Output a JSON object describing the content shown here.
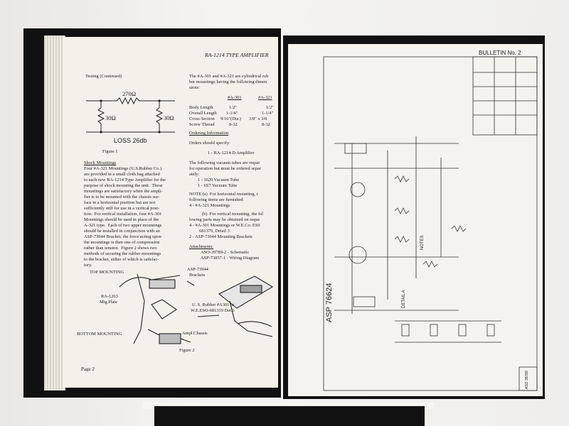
{
  "left_page": {
    "header": "RA-1214 TYPE AMPLIFIER",
    "testing_heading": "Testing (Continued)",
    "figure1": {
      "r_top": "270Ω",
      "r_left": "30Ω",
      "r_right": "30Ω",
      "loss": "LOSS 26db",
      "caption": "Figure 1"
    },
    "shock_heading": "Shock Mountings",
    "shock_lines": [
      "Four #A-321 Mountings (U.S.Rubber Co.)",
      "are provided in a small cloth bag attached",
      "to each new RA-1214 Type Amplifier for the",
      "purpose of shock mounting the unit.  These",
      "mountings are satisfactory when the ampli-",
      "fier is to be mounted with the chassis sur-",
      "face in a horizontal position but are not",
      "sufficiently stiff for use in a vertical posi-",
      "tion.  For vertical installation, four #A-301",
      "Mountings should be used in place of the",
      "A-321 type.  Each of two upper mountings",
      "should be installed in conjunction with an",
      "ASP-73944 Bracket; the force acting upon",
      "the mountings is then one of compression",
      "rather than tension.  Figure 2 shows two",
      "methods of securing the rubber mountings",
      "to the bracket, either of which is satisfac-",
      "tory."
    ],
    "right_col_lines": [
      "The #A-301 and #A-321 are cylindrical rub",
      "ber mountings having the following dimen",
      "sions:"
    ],
    "dim_table": {
      "headers": [
        "#A-301",
        "#A-321"
      ],
      "rows": [
        {
          "label": "Body Length",
          "a": "1/2\"",
          "b": "1/2\""
        },
        {
          "label": "Overall Length",
          "a": "1-1/4\"",
          "b": "1-1/4\""
        },
        {
          "label": "Cross-Section",
          "a": "9/16\"(Dia.)",
          "b": "3/8\" x 3/8"
        },
        {
          "label": "Screw Thread",
          "a": "8-32",
          "b": "8-32"
        }
      ]
    },
    "ordering_heading": "Ordering Information",
    "ordering_lines": [
      "Orders should specify:",
      "1 - RA-1214-D Amplifier",
      "The following vacuum tubes are requir",
      "for operation but must be ordered separ",
      "ately:",
      "1 - 1620 Vacuum Tube",
      "1 - 6S7 Vacuum Tube",
      "NOTE (a)  For horizontal mounting, t",
      "following items are furnished:",
      "4 - #A-321 Mountings",
      "(b)  For vertical mounting, the fol",
      "lowing parts may be obtained on reque",
      "4 - #A-301 Mountings or W.E.Co. ES0",
      "681379, Detail 3",
      "2 - ASP-73944 Mounting Brackets"
    ],
    "attachments_heading": "Attachments:",
    "attachments": [
      "ASO-39789-2 - Schematic",
      "ASP-73857-1 - Wiring Diagram"
    ],
    "figure2": {
      "top_mounting": "TOP MOUNTING",
      "bottom_mounting": "BOTTOM MOUNTING",
      "plate_1": "RA-1263",
      "plate_2": "Mtg.Plate",
      "bracket_1": "ASP-73944",
      "bracket_2": "Brackets",
      "rubber_1": "U. S. Rubber #A301 or",
      "rubber_2": "W.E.ESO-681319 Det.3",
      "chassis": "Ampl.Chassis",
      "caption": "Figure 2"
    },
    "page_number": "Page 2"
  },
  "right_page": {
    "bulletin": "BULLETIN No. 2",
    "drawing_number": "ASP 76624",
    "detail": "DETAIL A",
    "notes": "NOTES",
    "corner_number": "ASO 39789"
  }
}
